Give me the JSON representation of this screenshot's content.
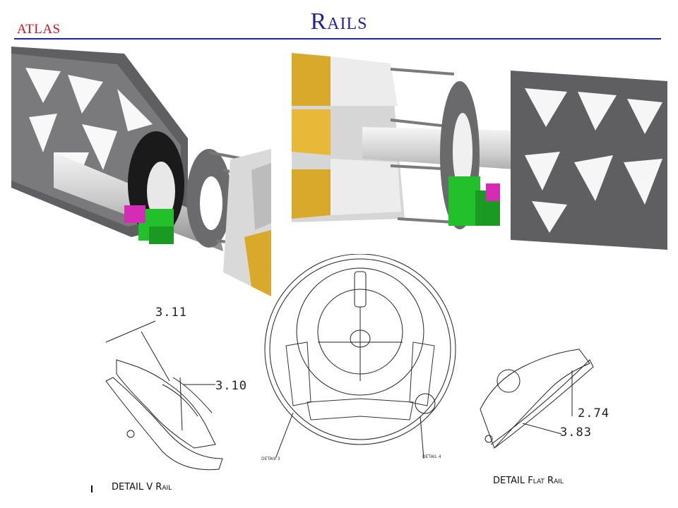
{
  "header": {
    "logo_text": "ATLAS",
    "title": "Rails",
    "rule_color": "#23239b",
    "title_color": "#23239b",
    "logo_color": "#c8141e"
  },
  "images": {
    "cad_left": {
      "description_icon": "cad-assembly-left"
    },
    "cad_right": {
      "description_icon": "cad-assembly-right"
    }
  },
  "drawings": {
    "v_rail": {
      "label": "DETAIL V Rail",
      "dims": [
        "3.11",
        "3.10"
      ]
    },
    "flat_rail": {
      "label": "DETAIL Flat Rail",
      "dims": [
        "2.74",
        "3.83"
      ]
    },
    "front_view": {
      "detail_labels": [
        "DETAIL 3",
        "DETAIL 4"
      ]
    }
  },
  "colors": {
    "frame": "#5c5c5e",
    "green": "#22c02a",
    "magenta": "#d42cb4",
    "gold": "#d8a92a",
    "silver": "#d9d9d9"
  }
}
